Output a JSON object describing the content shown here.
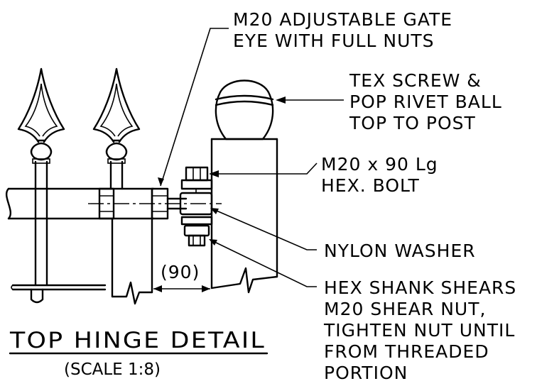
{
  "title": "TOP HINGE DETAIL",
  "scale": "(SCALE 1:8)",
  "dimension": "(90)",
  "callouts": {
    "gate_eye": [
      "M20 ADJUSTABLE GATE",
      "EYE WITH FULL NUTS"
    ],
    "ball_top": [
      "TEX SCREW &",
      "POP RIVET BALL",
      "TOP TO POST"
    ],
    "hex_bolt": [
      "M20 x 90 Lg",
      "HEX. BOLT"
    ],
    "nylon_washer": [
      "NYLON WASHER"
    ],
    "shear_nut": [
      "HEX SHANK SHEARS",
      "M20 SHEAR NUT,",
      "TIGHTEN NUT UNTIL",
      "FROM THREADED",
      "PORTION"
    ]
  }
}
